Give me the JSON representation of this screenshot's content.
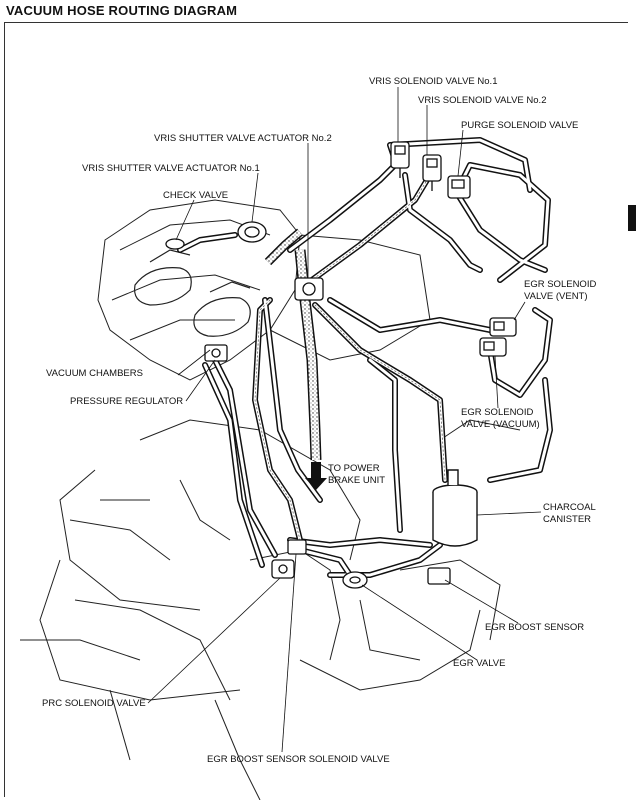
{
  "title": "VACUUM HOSE ROUTING DIAGRAM",
  "labels": {
    "vris_solenoid_1": "VRIS SOLENOID VALVE No.1",
    "vris_solenoid_2": "VRIS SOLENOID VALVE No.2",
    "purge_solenoid": "PURGE SOLENOID VALVE",
    "vris_shutter_2": "VRIS SHUTTER VALVE ACTUATOR No.2",
    "vris_shutter_1": "VRIS SHUTTER VALVE ACTUATOR No.1",
    "check_valve": "CHECK VALVE",
    "egr_vent_line1": "EGR SOLENOID",
    "egr_vent_line2": "VALVE (VENT)",
    "vacuum_chambers": "VACUUM CHAMBERS",
    "pressure_regulator": "PRESSURE REGULATOR",
    "egr_vacuum_line1": "EGR SOLENOID",
    "egr_vacuum_line2": "VALVE (VACUUM)",
    "power_brake_line1": "TO POWER",
    "power_brake_line2": "BRAKE UNIT",
    "charcoal_line1": "CHARCOAL",
    "charcoal_line2": "CANISTER",
    "egr_boost_sensor": "EGR BOOST SENSOR",
    "egr_valve": "EGR VALVE",
    "prc_solenoid": "PRC SOLENOID VALVE",
    "egr_boost_solenoid": "EGR BOOST SENSOR SOLENOID VALVE"
  }
}
